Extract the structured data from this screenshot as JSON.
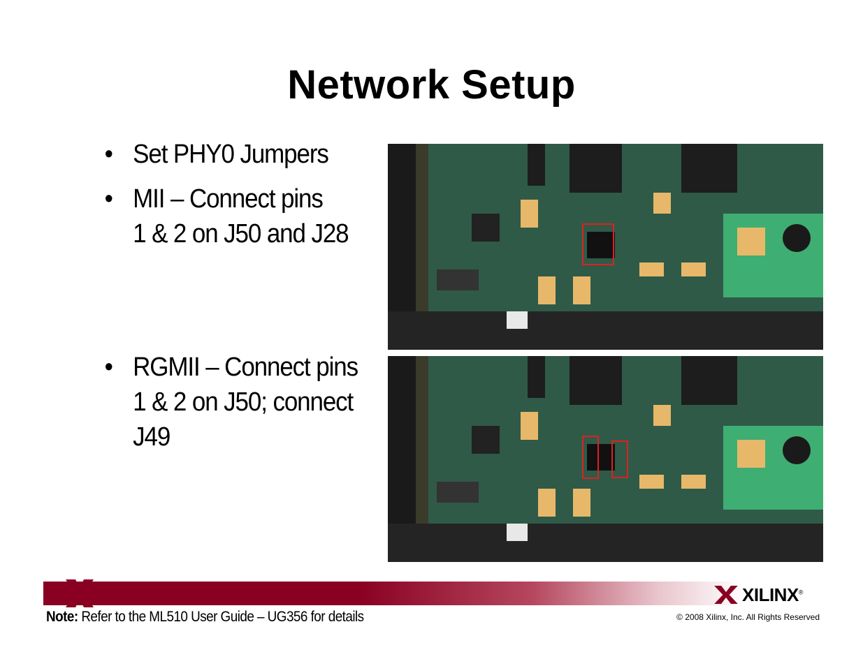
{
  "slide": {
    "title": "Network Setup",
    "bullets_top": [
      {
        "line1": "Set PHY0 Jumpers",
        "line2": ""
      },
      {
        "line1": "MII – Connect pins",
        "line2": "1 & 2 on J50 and J28"
      }
    ],
    "bullet_bottom": {
      "line1": "RGMII – Connect pins",
      "line2": "1 & 2 on J50; connect",
      "line3": "J49"
    },
    "bullet_char": "•"
  },
  "footer": {
    "note_label": "Note:",
    "note_text": " Refer to the ML510 User Guide – UG356 for details",
    "logo_text": "XILINX",
    "logo_mark": "®",
    "copyright": "© 2008 Xilinx, Inc. All Rights Reserved"
  },
  "colors": {
    "brand": "#8a0022",
    "pcb": "#2f5a48",
    "highlight": "#e02020"
  }
}
